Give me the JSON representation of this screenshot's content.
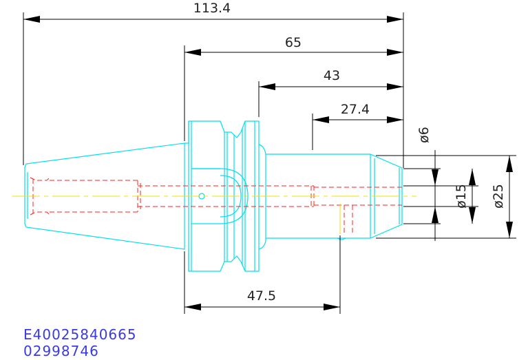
{
  "colors": {
    "outline": "#00e0f0",
    "hidden": "#ff2020",
    "centerline": "#f0e000",
    "dimension": "#000000",
    "reference_text": "#3a3ae0"
  },
  "dimensions": {
    "overall_length": "113.4",
    "flange_to_end": "65",
    "body_length": "43",
    "neck_length": "27.4",
    "flange_to_face": "47.5",
    "bore_diameter": "ø6",
    "inner_diameter": "ø15",
    "outer_diameter": "ø25"
  },
  "reference": {
    "part_number": "E40025840665",
    "code": "02998746"
  }
}
